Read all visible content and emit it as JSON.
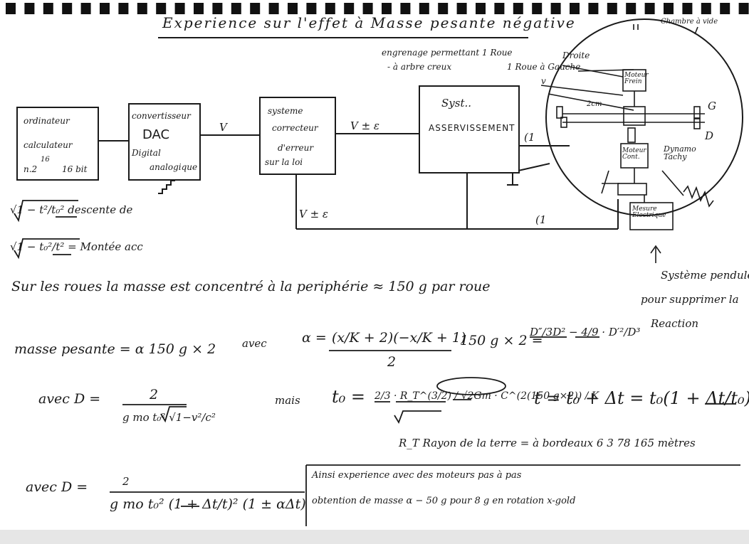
{
  "title": "Experience sur l'effet à Masse pesante négative",
  "blocks": {
    "computer": {
      "line1": "ordinateur",
      "line2": "calculateur",
      "line3": "n.2",
      "exp": "16",
      "line4": "16 bit"
    },
    "dac": {
      "line1": "convertisseur",
      "line2": "DAC",
      "line3": "Digital",
      "line4": "analogique"
    },
    "corrector": {
      "line1": "systeme",
      "line2": "correcteur",
      "line3": "d'erreur",
      "line4": "sur la loi"
    },
    "servo": {
      "line1": "Syst..",
      "line2": "ASSERVISSEMENT"
    }
  },
  "signals": {
    "v": "V",
    "v_eps_top": "V ± ε",
    "v_eps_bottom": "V ± ε",
    "d1": "(1",
    "d2": "(1"
  },
  "machine": {
    "gear_note_1": "engrenage permettant 1 Roue",
    "gear_note_1b": "Droite",
    "gear_note_2": "- à arbre creux",
    "gear_note_2b": "1 Roue à Gauche",
    "motor_brake": "Moteur Frein",
    "dim": "2cm",
    "motor_cont": "Moteur Cont.",
    "dynamo": "Dynamo Tachy",
    "mesure": "Mesure Electrique",
    "label_g": "G",
    "label_d": "D",
    "label_v": "v",
    "top_right_note": "Chambre à vide"
  },
  "side_note": {
    "line1": "Système pendule",
    "line2": "pour supprimer la",
    "line3": "Reaction"
  },
  "formulas": {
    "descent": "√1 − t²/t₀²  descente de",
    "ascent": "√1 − t₀²/t²  = Montée acc",
    "mass_sentence": "Sur les roues la masse est concentré à la periphérie ≈ 150 g par roue",
    "masse_pesante": "masse pesante = α 150 g × 2",
    "avec": "avec",
    "alpha_lhs": "α =",
    "alpha_num": "(x/K + 2)(−x/K + 1)",
    "alpha_den": "2",
    "alpha_rhs": "150 g × 2 =",
    "d_ratio": "D″/3D² − 4/9 · D′²/D³",
    "avec_d": "avec D =",
    "d_num": "2",
    "d_den": "g mo t₀² √1−v²/c²",
    "mais": "mais",
    "t0_eq": "t₀ =",
    "t0_expr": "2/3 · R_T^(3/2) / √2Gm · C^(2(150 g×2)) / K",
    "t_eq": "t = t₀ + Δt = t₀(1 + Δt/t₀)",
    "rt_def": "R_T  Rayon de la terre = à bordeaux  6 3 78 165 mètres",
    "avec_d2": "avec D =",
    "d2_num": "2",
    "d2_den": "g mo t₀² (1 + Δt/t)² (1 ± αΔt)",
    "box_line1": "Ainsi experience avec des moteurs pas à pas",
    "box_line2": "obtention de masse α  − 50 g  pour 8 g en rotation x-gold"
  }
}
